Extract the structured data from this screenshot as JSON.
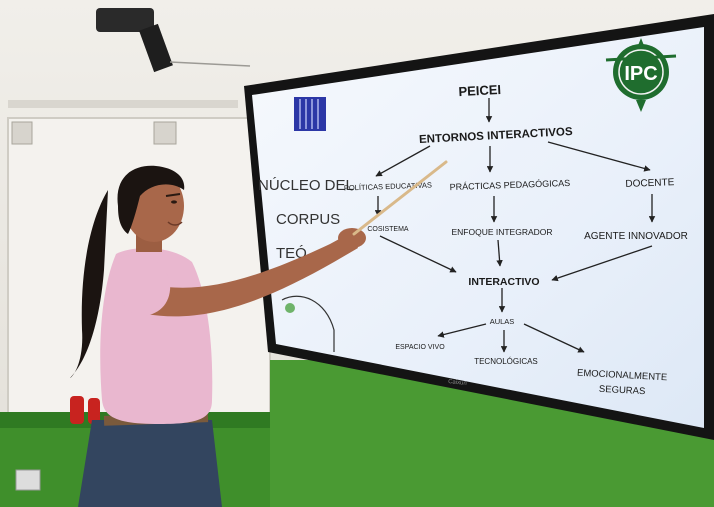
{
  "screen": {
    "logo_text": "IPC",
    "left_caption_lines": [
      "NÚCLEO DEL",
      "CORPUS",
      "TEÓ"
    ],
    "nodes": {
      "root": "PEICEI",
      "entornos": "ENTORNOS INTERACTIVOS",
      "politicas": "POLÍTICAS EDUCATIVAS",
      "practicas": "PRÁCTICAS PEDAGÓGICAS",
      "docente": "DOCENTE",
      "ecosistema": "COSISTEMA",
      "enfoque": "ENFOQUE INTEGRADOR",
      "agente": "AGENTE INNOVADOR",
      "interactivo": "INTERACTIVO",
      "aulas": "AULAS",
      "espacio": "ESPACIO VIVO",
      "tecnologicas": "TECNOLÓGICAS",
      "emocional_line1": "EMOCIONALMENTE",
      "emocional_line2": "SEGURAS"
    },
    "tv_brand": "Caixun"
  },
  "colors": {
    "wall": "#ece9e3",
    "green_wall": "#3f8f2b",
    "screen_bg": "#eef3fb",
    "bezel": "#141414",
    "shirt": "#e9b7cf",
    "jeans": "#33455f",
    "skin": "#a8674a",
    "hair": "#1b1411",
    "logo_green": "#1f6d2e",
    "logo_blue": "#2c37a6"
  }
}
